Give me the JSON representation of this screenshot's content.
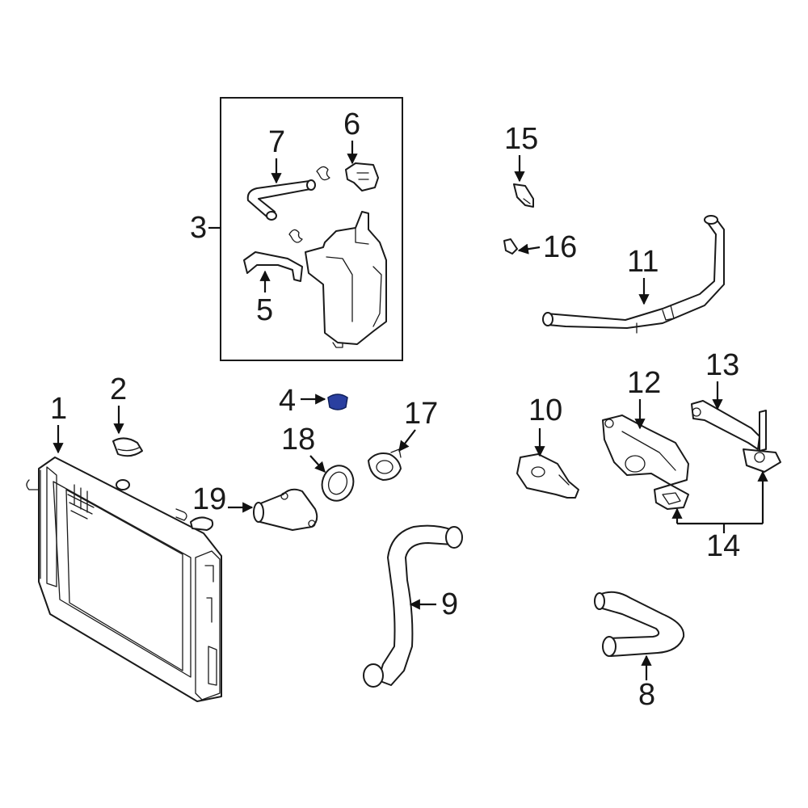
{
  "diagram": {
    "highlight_color": "#2a3fa0",
    "callouts": {
      "c1": "1",
      "c2": "2",
      "c3": "3",
      "c4": "4",
      "c5": "5",
      "c6": "6",
      "c7": "7",
      "c8": "8",
      "c9": "9",
      "c10": "10",
      "c11": "11",
      "c12": "12",
      "c13": "13",
      "c14": "14",
      "c15": "15",
      "c16": "16",
      "c17": "17",
      "c18": "18",
      "c19": "19"
    }
  }
}
